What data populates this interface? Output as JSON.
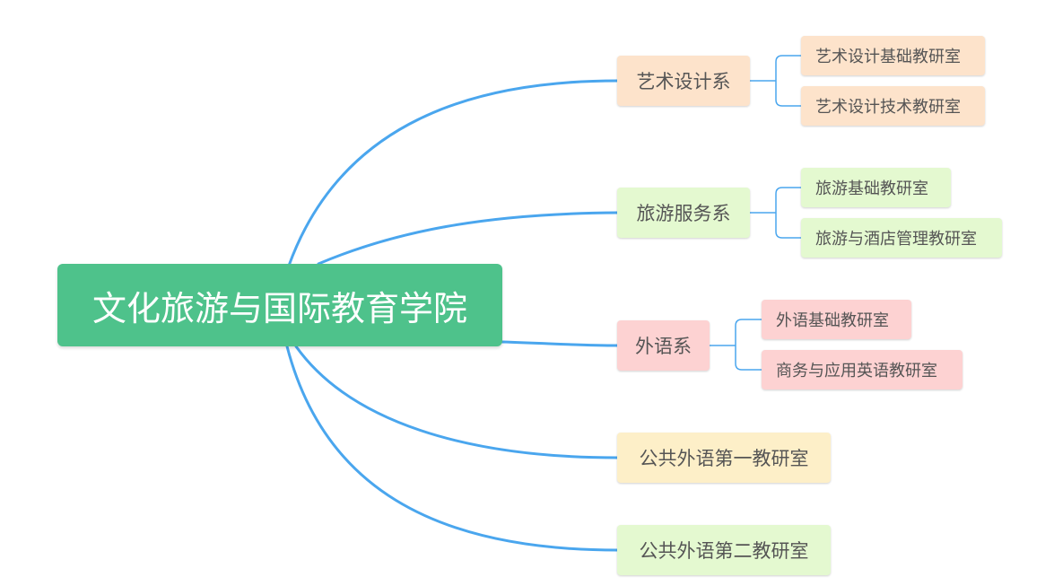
{
  "root": {
    "label": "文化旅游与国际教育学院",
    "color": "#4ec28b"
  },
  "connector_color": "#4aa6ee",
  "departments": [
    {
      "label": "艺术设计系",
      "color": "#fde3cb",
      "children": [
        {
          "label": "艺术设计基础教研室"
        },
        {
          "label": "艺术设计技术教研室"
        }
      ]
    },
    {
      "label": "旅游服务系",
      "color": "#e4f9d0",
      "children": [
        {
          "label": "旅游基础教研室"
        },
        {
          "label": "旅游与酒店管理教研室"
        }
      ]
    },
    {
      "label": "外语系",
      "color": "#fdd2d2",
      "children": [
        {
          "label": "外语基础教研室"
        },
        {
          "label": "商务与应用英语教研室"
        }
      ]
    },
    {
      "label": "公共外语第一教研室",
      "color": "#fdefc8",
      "children": []
    },
    {
      "label": "公共外语第二教研室",
      "color": "#e4f9d0",
      "children": []
    }
  ]
}
